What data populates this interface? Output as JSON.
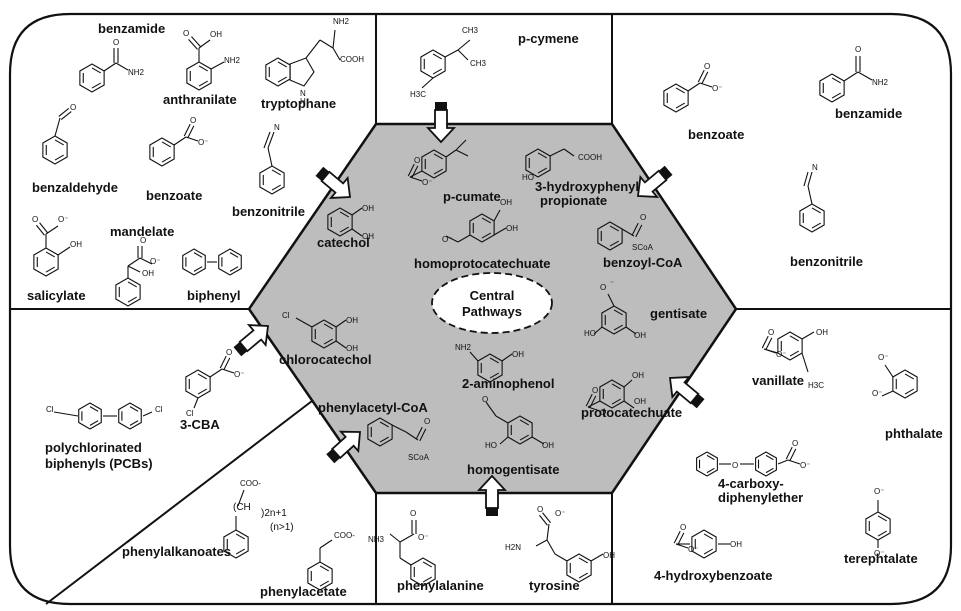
{
  "central": {
    "line1": "Central",
    "line2": "Pathways"
  },
  "compounds": {
    "tl_benzamide": "benzamide",
    "tl_anthranilate": "anthranilate",
    "tl_tryptophane": "tryptophane",
    "tl_benzaldehyde": "benzaldehyde",
    "tl_benzoate": "benzoate",
    "tl_benzonitrile": "benzonitrile",
    "tl_salicylate": "salicylate",
    "tl_mandelate": "mandelate",
    "tl_biphenyl": "biphenyl",
    "top_pcymene": "p-cymene",
    "tr_benzoate": "benzoate",
    "tr_benzamide": "benzamide",
    "tr_benzonitrile": "benzonitrile",
    "l_3cba": "3-CBA",
    "l_pcbs_1": "polychlorinated",
    "l_pcbs_2": "biphenyls (PCBs)",
    "bl_phenylalkanoates": "phenylalkanoates",
    "bl_phenylacetate": "phenylacetate",
    "bl_chain_1": "(CH",
    "bl_chain_2": ")2n+1",
    "bl_chain_3": "(n>1)",
    "bot_phenylalanine": "phenylalanine",
    "bot_tyrosine": "tyrosine",
    "br_vanillate": "vanillate",
    "br_phthalate": "phthalate",
    "br_carboxy_1": "4-carboxy-",
    "br_carboxy_2": "diphenylether",
    "br_terephtalate": "terephtalate",
    "br_hydroxybenzoate": "4-hydroxybenzoate",
    "hex_pcumate": "p-cumate",
    "hex_3hpp_1": "3-hydroxyphenyl",
    "hex_3hpp_2": "propionate",
    "hex_catechol": "catechol",
    "hex_homoprotocatechuate": "homoprotocatechuate",
    "hex_benzoylcoa": "benzoyl-CoA",
    "hex_gentisate": "gentisate",
    "hex_chlorocatechol": "chlorocatechol",
    "hex_2aminophenol": "2-aminophenol",
    "hex_protocatechuate": "protocatechuate",
    "hex_phenylacetylcoa": "phenylacetyl-CoA",
    "hex_homogentisate": "homogentisate"
  },
  "atoms": {
    "NH2": "NH2",
    "OH": "OH",
    "O": "O",
    "Om": "O⁻",
    "N": "N",
    "H": "H",
    "COOH": "COOH",
    "COOm": "COO-",
    "Cl": "Cl",
    "HO": "HO",
    "H3C": "H3C",
    "CH3": "CH3",
    "SCoA": "SCoA",
    "NH3": "NH3",
    "H2N": "H2N",
    "minus": "⁻"
  }
}
